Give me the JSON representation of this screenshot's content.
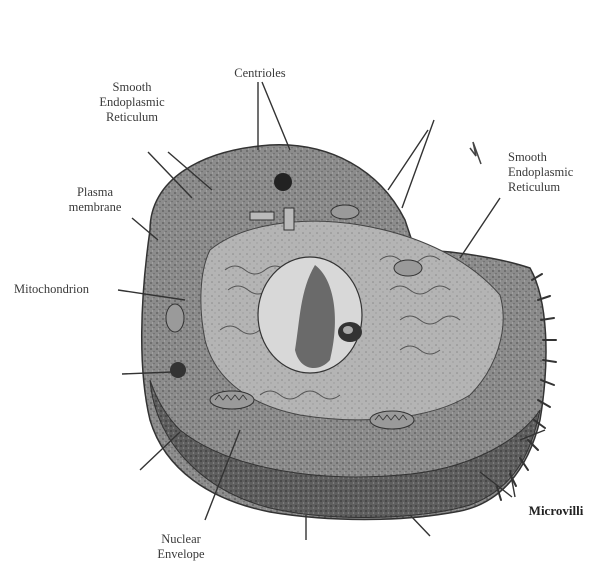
{
  "diagram": {
    "labels": {
      "smooth_er_left": "Smooth\nEndoplasmic\nReticulum",
      "centrioles": "Centrioles",
      "plasma_membrane": "Plasma\nmembrane",
      "smooth_er_right": "Smooth\nEndoplasmic\nReticulum",
      "mitochondrion": "Mitochondrion",
      "nuclear_envelope": "Nuclear\nEnvelope",
      "microvilli": "Microvilli"
    }
  }
}
